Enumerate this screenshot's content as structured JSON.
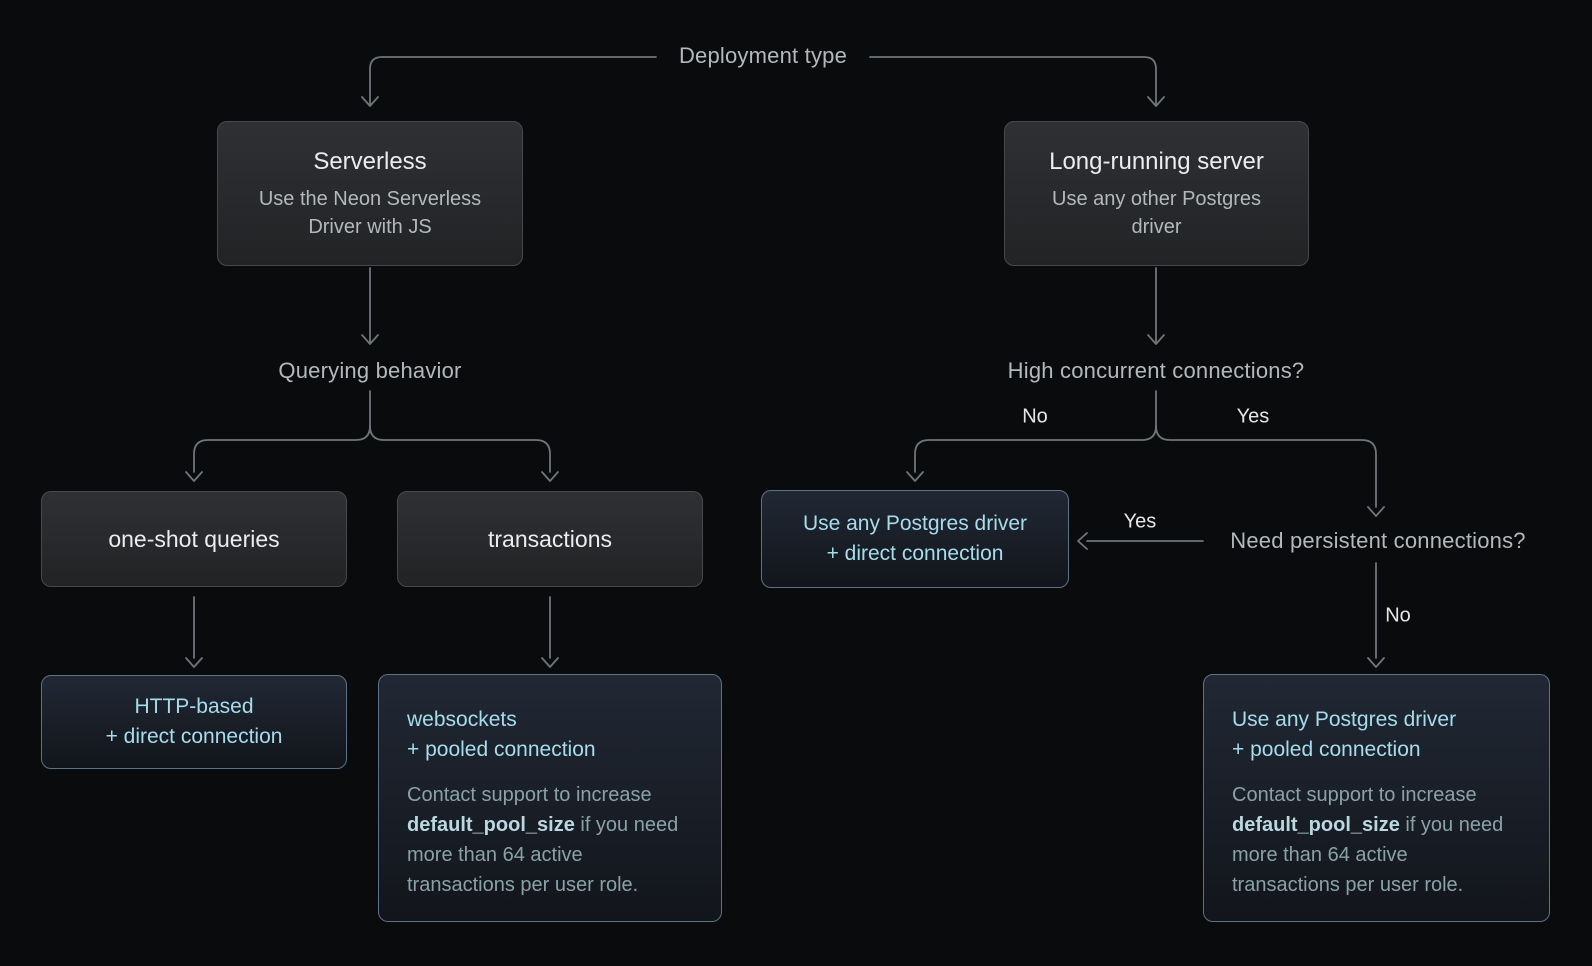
{
  "root_label": "Deployment type",
  "serverless": {
    "title": "Serverless",
    "subtitle": "Use the Neon Serverless Driver with JS",
    "question": "Querying behavior",
    "one_shot": "one-shot queries",
    "transactions": "transactions",
    "http_result": {
      "line1": "HTTP-based",
      "line2": "+ direct connection"
    },
    "websockets_result": {
      "line1": "websockets",
      "line2": "+ pooled connection"
    }
  },
  "server": {
    "title": "Long-running server",
    "subtitle": "Use any other Postgres driver",
    "question": "High concurrent connections?",
    "no_label": "No",
    "yes_label": "Yes",
    "direct_result": {
      "line1": "Use any Postgres driver",
      "line2": "+ direct connection"
    },
    "persistent_question": "Need persistent connections?",
    "persistent_yes": "Yes",
    "persistent_no": "No",
    "pooled_result": {
      "line1": "Use any Postgres driver",
      "line2": "+ pooled connection"
    }
  },
  "support_note": {
    "pre": "Contact support to increase ",
    "bold": "default_pool_size",
    "post": " if you need more than 64 active transactions per user role."
  },
  "colors": {
    "background": "#0a0b0c",
    "connector_line": "#70757b",
    "label_text": "#b4b8bc",
    "branch_text": "#e4e6e8",
    "box_text": "#eaecee",
    "teal_text": "#a6dcec",
    "note_text": "#8ba1a8",
    "note_bold_text": "#bad8e0",
    "gray_box_border": "#47494d",
    "blue_box_border": "#5e7186"
  }
}
